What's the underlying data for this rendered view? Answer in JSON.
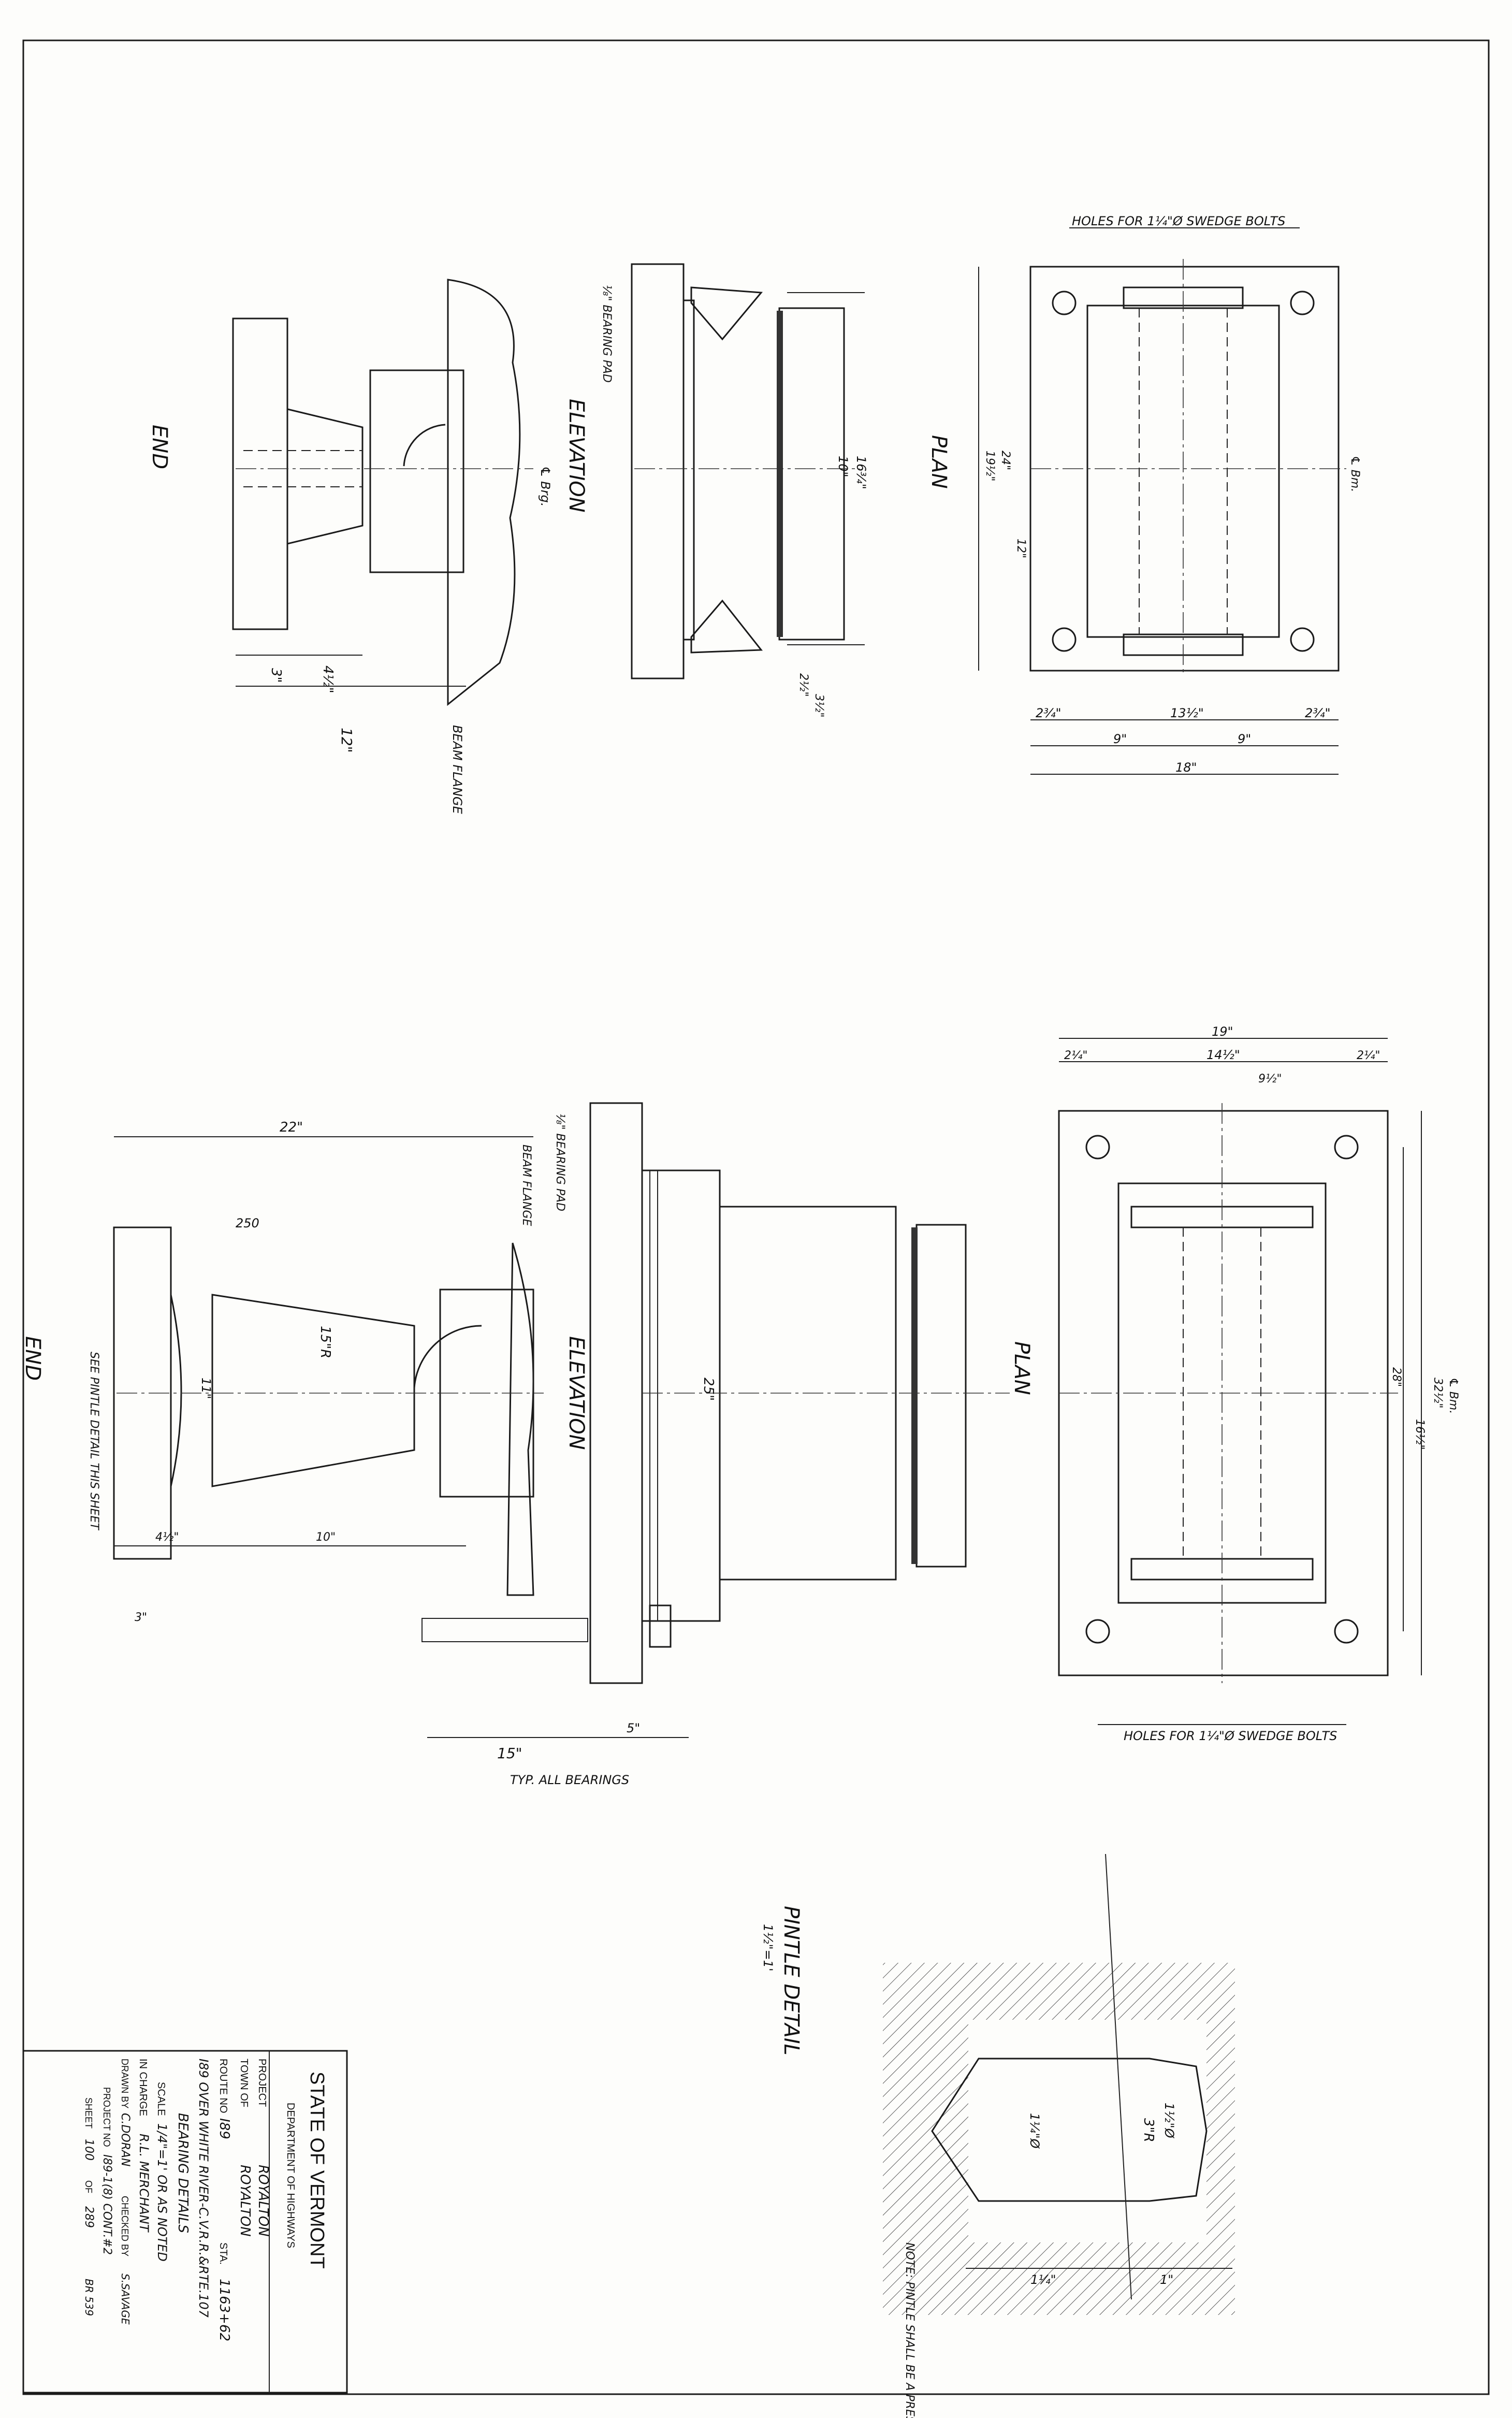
{
  "title_block": {
    "state": "STATE OF VERMONT",
    "department": "DEPARTMENT OF HIGHWAYS",
    "project_label": "PROJECT",
    "project": "ROYALTON",
    "town_label": "TOWN OF",
    "town": "ROYALTON",
    "route_label": "ROUTE NO",
    "route": "I89",
    "sta_label": "STA.",
    "sta": "1163+62",
    "description": "I89 OVER WHITE RIVER-C.V.R.R.&RTE.107",
    "drawing_title": "BEARING DETAILS",
    "scale_label": "SCALE",
    "scale": "1/4\"=1' OR AS NOTED",
    "in_charge_label": "IN CHARGE",
    "in_charge": "R.L. MERCHANT",
    "drawn_by_label": "DRAWN BY",
    "drawn_by": "C.DORAN",
    "checked_by_label": "CHECKED BY",
    "checked_by": "S.SAVAGE",
    "project_no_label": "PROJECT NO",
    "project_no": "I89-1(8) CONT.#2",
    "sheet_label": "SHEET",
    "sheet_no": "100",
    "of_label": "OF",
    "sheet_total": "289",
    "br_no": "BR 539"
  },
  "views": {
    "upper_end": {
      "title": "END",
      "dim_3": "3\"",
      "dim_4_5": "4½\"",
      "dim_12": "12\"",
      "beam_flange": "BEAM FLANGE",
      "cl_brg": "℄ Brg."
    },
    "upper_elevation": {
      "title": "ELEVATION",
      "bearing_pad": "⅛\" BEARING PAD",
      "dim_10": "10\"",
      "dim_16": "16¾\"",
      "dim_2_5": "2½\"",
      "dim_3_5": "3½\""
    },
    "upper_plan": {
      "title": "PLAN",
      "holes_note": "HOLES FOR 1¼\"Ø SWEDGE BOLTS",
      "cl_bm": "℄ Bm.",
      "dim_2_75a": "2¾\"",
      "dim_13_5": "13½\"",
      "dim_2_75b": "2¾\"",
      "dim_9a": "9\"",
      "dim_9b": "9\"",
      "dim_18": "18\"",
      "dim_24": "24\"",
      "dim_19_5": "19½\"",
      "dim_12": "12\""
    },
    "lower_end": {
      "title": "END",
      "see_note": "SEE PINTLE DETAIL THIS SHEET",
      "radius": "15\"R",
      "dim_22": "22\"",
      "dim_11": "11\"",
      "dim_4_5": "4½\"",
      "dim_10": "10\"",
      "dim_3": "3\"",
      "dim_250": "250"
    },
    "lower_elevation": {
      "title": "ELEVATION",
      "bearing_pad": "⅛\" BEARING PAD",
      "beam_flange": "BEAM FLANGE",
      "dim_25": "25\"",
      "dim_15": "15\"",
      "dim_5": "5\"",
      "typ_note": "TYP. ALL BEARINGS"
    },
    "lower_plan": {
      "title": "PLAN",
      "holes_note": "HOLES FOR 1¼\"Ø SWEDGE BOLTS",
      "cl_bm": "℄ Bm.",
      "dim_19": "19\"",
      "dim_14_5": "14½\"",
      "dim_2_25a": "2¼\"",
      "dim_2_25b": "2¼\"",
      "dim_9_5": "9½\"",
      "dim_28": "28\"",
      "dim_32_5": "32½\"",
      "dim_16_5": "16½\""
    },
    "pintle_detail": {
      "title": "PINTLE DETAIL",
      "scale": "1½\"=1'",
      "radius": "3\"R",
      "dia_1_5": "1½\"Ø",
      "dia_1_25": "1¼\"Ø",
      "dim_1_25": "1¼\"",
      "dim_1": "1\"",
      "note": "NOTE: PINTLE SHALL BE A PRESS FIT."
    }
  }
}
